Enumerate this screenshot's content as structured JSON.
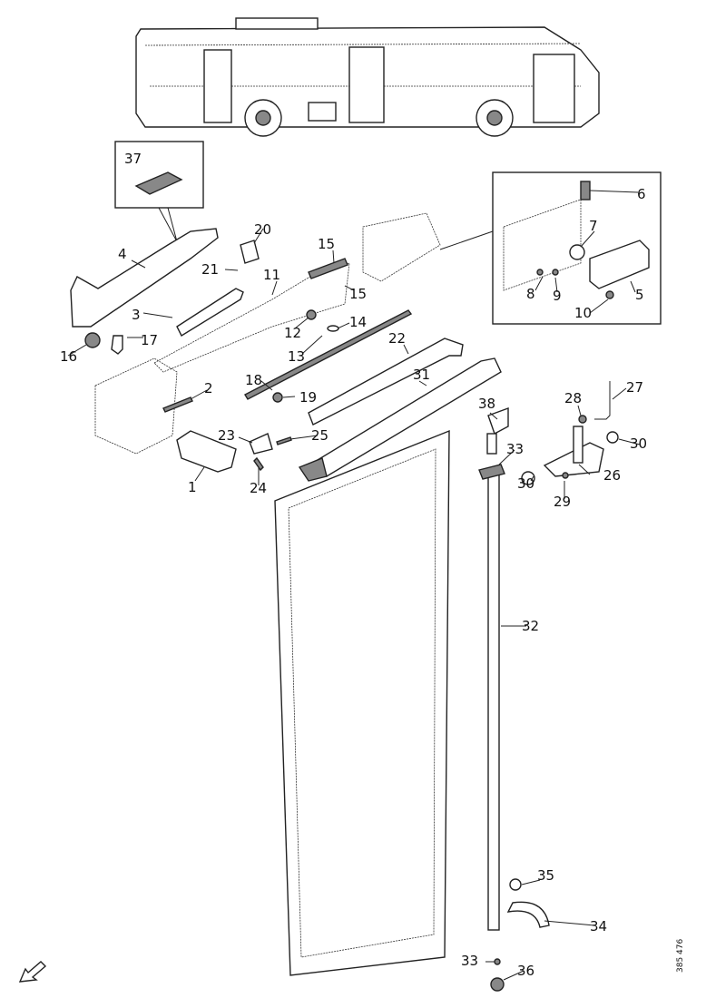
{
  "callouts": {
    "c37": "37",
    "c4": "4",
    "c20": "20",
    "c21": "21",
    "c3": "3",
    "c11": "11",
    "c15a": "15",
    "c15b": "15",
    "c16": "16",
    "c17": "17",
    "c12": "12",
    "c14": "14",
    "c13": "13",
    "c18": "18",
    "c19": "19",
    "c22": "22",
    "c2": "2",
    "c31": "31",
    "c23": "23",
    "c25": "25",
    "c1": "1",
    "c24": "24",
    "c6": "6",
    "c7": "7",
    "c8": "8",
    "c9": "9",
    "c5": "5",
    "c10": "10",
    "c38": "38",
    "c33a": "33",
    "c28": "28",
    "c27": "27",
    "c30a": "30",
    "c26": "26",
    "c30b": "30",
    "c29": "29",
    "c32": "32",
    "c35": "35",
    "c34": "34",
    "c33b": "33",
    "c36": "36"
  },
  "reference_number": "385 476",
  "icons": {
    "orientation": "arrow-down-left-icon"
  }
}
